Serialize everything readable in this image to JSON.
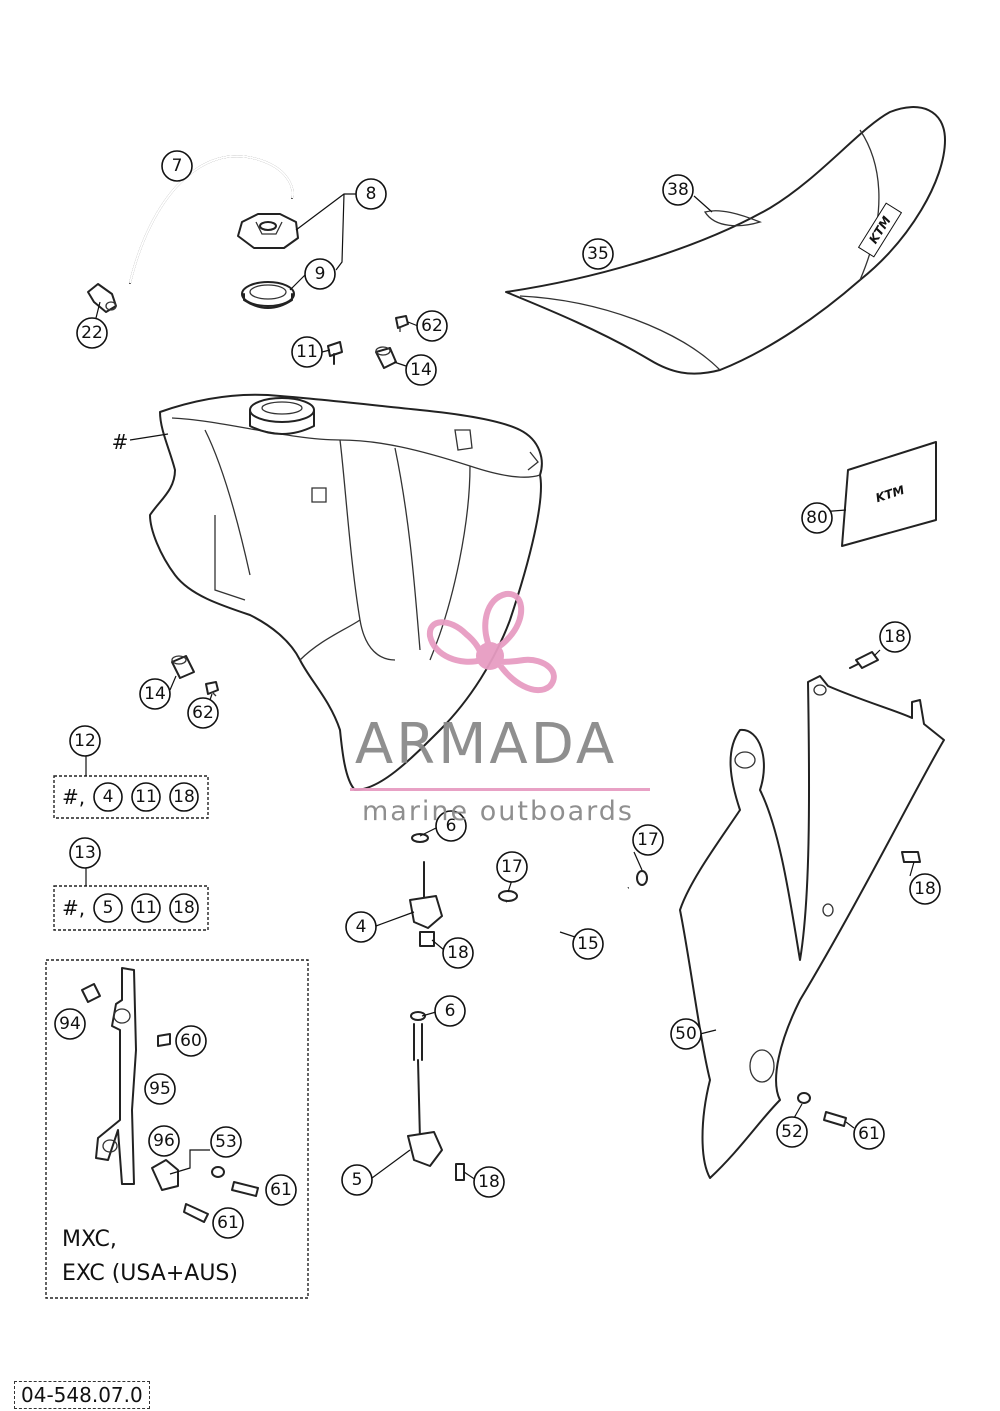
{
  "drawing_number": "04-548.07.0",
  "callouts": [
    "7",
    "8",
    "9",
    "22",
    "38",
    "35",
    "62",
    "11",
    "14",
    "#",
    "80",
    "14",
    "62",
    "18",
    "12",
    "13",
    "6",
    "17",
    "17",
    "4",
    "18",
    "15",
    "18",
    "6",
    "5",
    "18",
    "50",
    "52",
    "61",
    "94",
    "60",
    "95",
    "96",
    "53",
    "61",
    "61"
  ],
  "kits": [
    {
      "lead": "#,",
      "parts": [
        "4",
        "11",
        "18"
      ]
    },
    {
      "lead": "#,",
      "parts": [
        "5",
        "11",
        "18"
      ]
    }
  ],
  "variant_box": {
    "line1": "MXC,",
    "line2": "EXC (USA+AUS)"
  },
  "watermark": {
    "brand": "ARMADA",
    "tagline": "marine outboards",
    "brand_color": "#e79cc2",
    "text_color": "#8a8a8a"
  },
  "seat_logo": "KTM",
  "colors": {
    "line": "#222222",
    "background": "#ffffff"
  }
}
